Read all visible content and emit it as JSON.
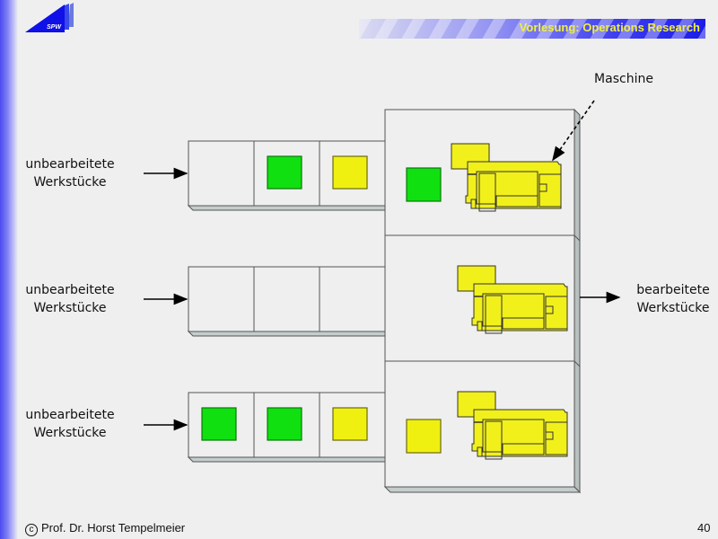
{
  "header": {
    "title": "Vorlesung: Operations Research",
    "logo_text": "SPW"
  },
  "footer": {
    "copyright_symbol": "c",
    "author": "Prof. Dr. Horst Tempelmeier",
    "page_number": "40"
  },
  "diagram": {
    "machine_label": "Maschine",
    "output_label": [
      "bearbeitete",
      "Werkstücke"
    ],
    "colors": {
      "green": "#10e010",
      "yellow": "#f0f010",
      "machine_yellow": "#f2f01a"
    },
    "lines": [
      {
        "input_label": [
          "unbearbeitete",
          "Werkstücke"
        ],
        "buffer": [
          "empty",
          "green",
          "yellow"
        ],
        "machine_queue": "green"
      },
      {
        "input_label": [
          "unbearbeitete",
          "Werkstücke"
        ],
        "buffer": [
          "empty",
          "empty",
          "empty"
        ],
        "machine_queue": "none"
      },
      {
        "input_label": [
          "unbearbeitete",
          "Werkstücke"
        ],
        "buffer": [
          "green",
          "green",
          "yellow"
        ],
        "machine_queue": "yellow"
      }
    ]
  }
}
